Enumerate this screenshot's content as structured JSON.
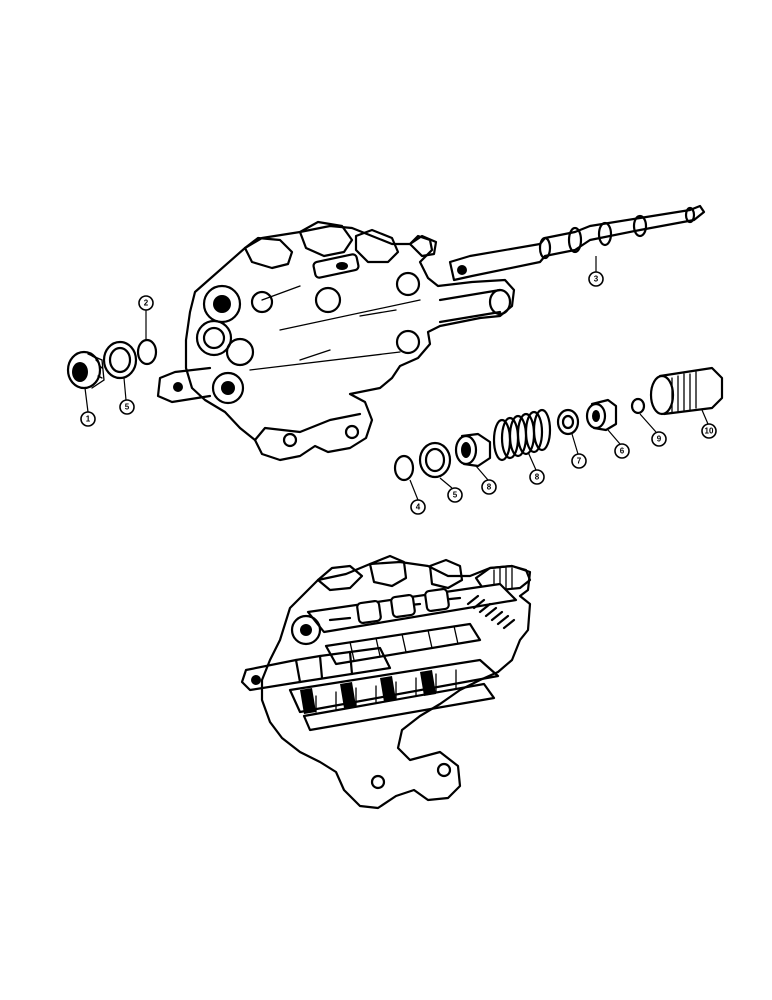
{
  "callouts": [
    {
      "id": "c1",
      "label": "1"
    },
    {
      "id": "c2",
      "label": "2"
    },
    {
      "id": "c3",
      "label": "3"
    },
    {
      "id": "c4",
      "label": "4"
    },
    {
      "id": "c5a",
      "label": "5"
    },
    {
      "id": "c5b",
      "label": "5"
    },
    {
      "id": "c6",
      "label": "6"
    },
    {
      "id": "c7",
      "label": "7"
    },
    {
      "id": "c8a",
      "label": "8"
    },
    {
      "id": "c8b",
      "label": "8"
    },
    {
      "id": "c9",
      "label": "9"
    },
    {
      "id": "c10",
      "label": "10"
    }
  ]
}
